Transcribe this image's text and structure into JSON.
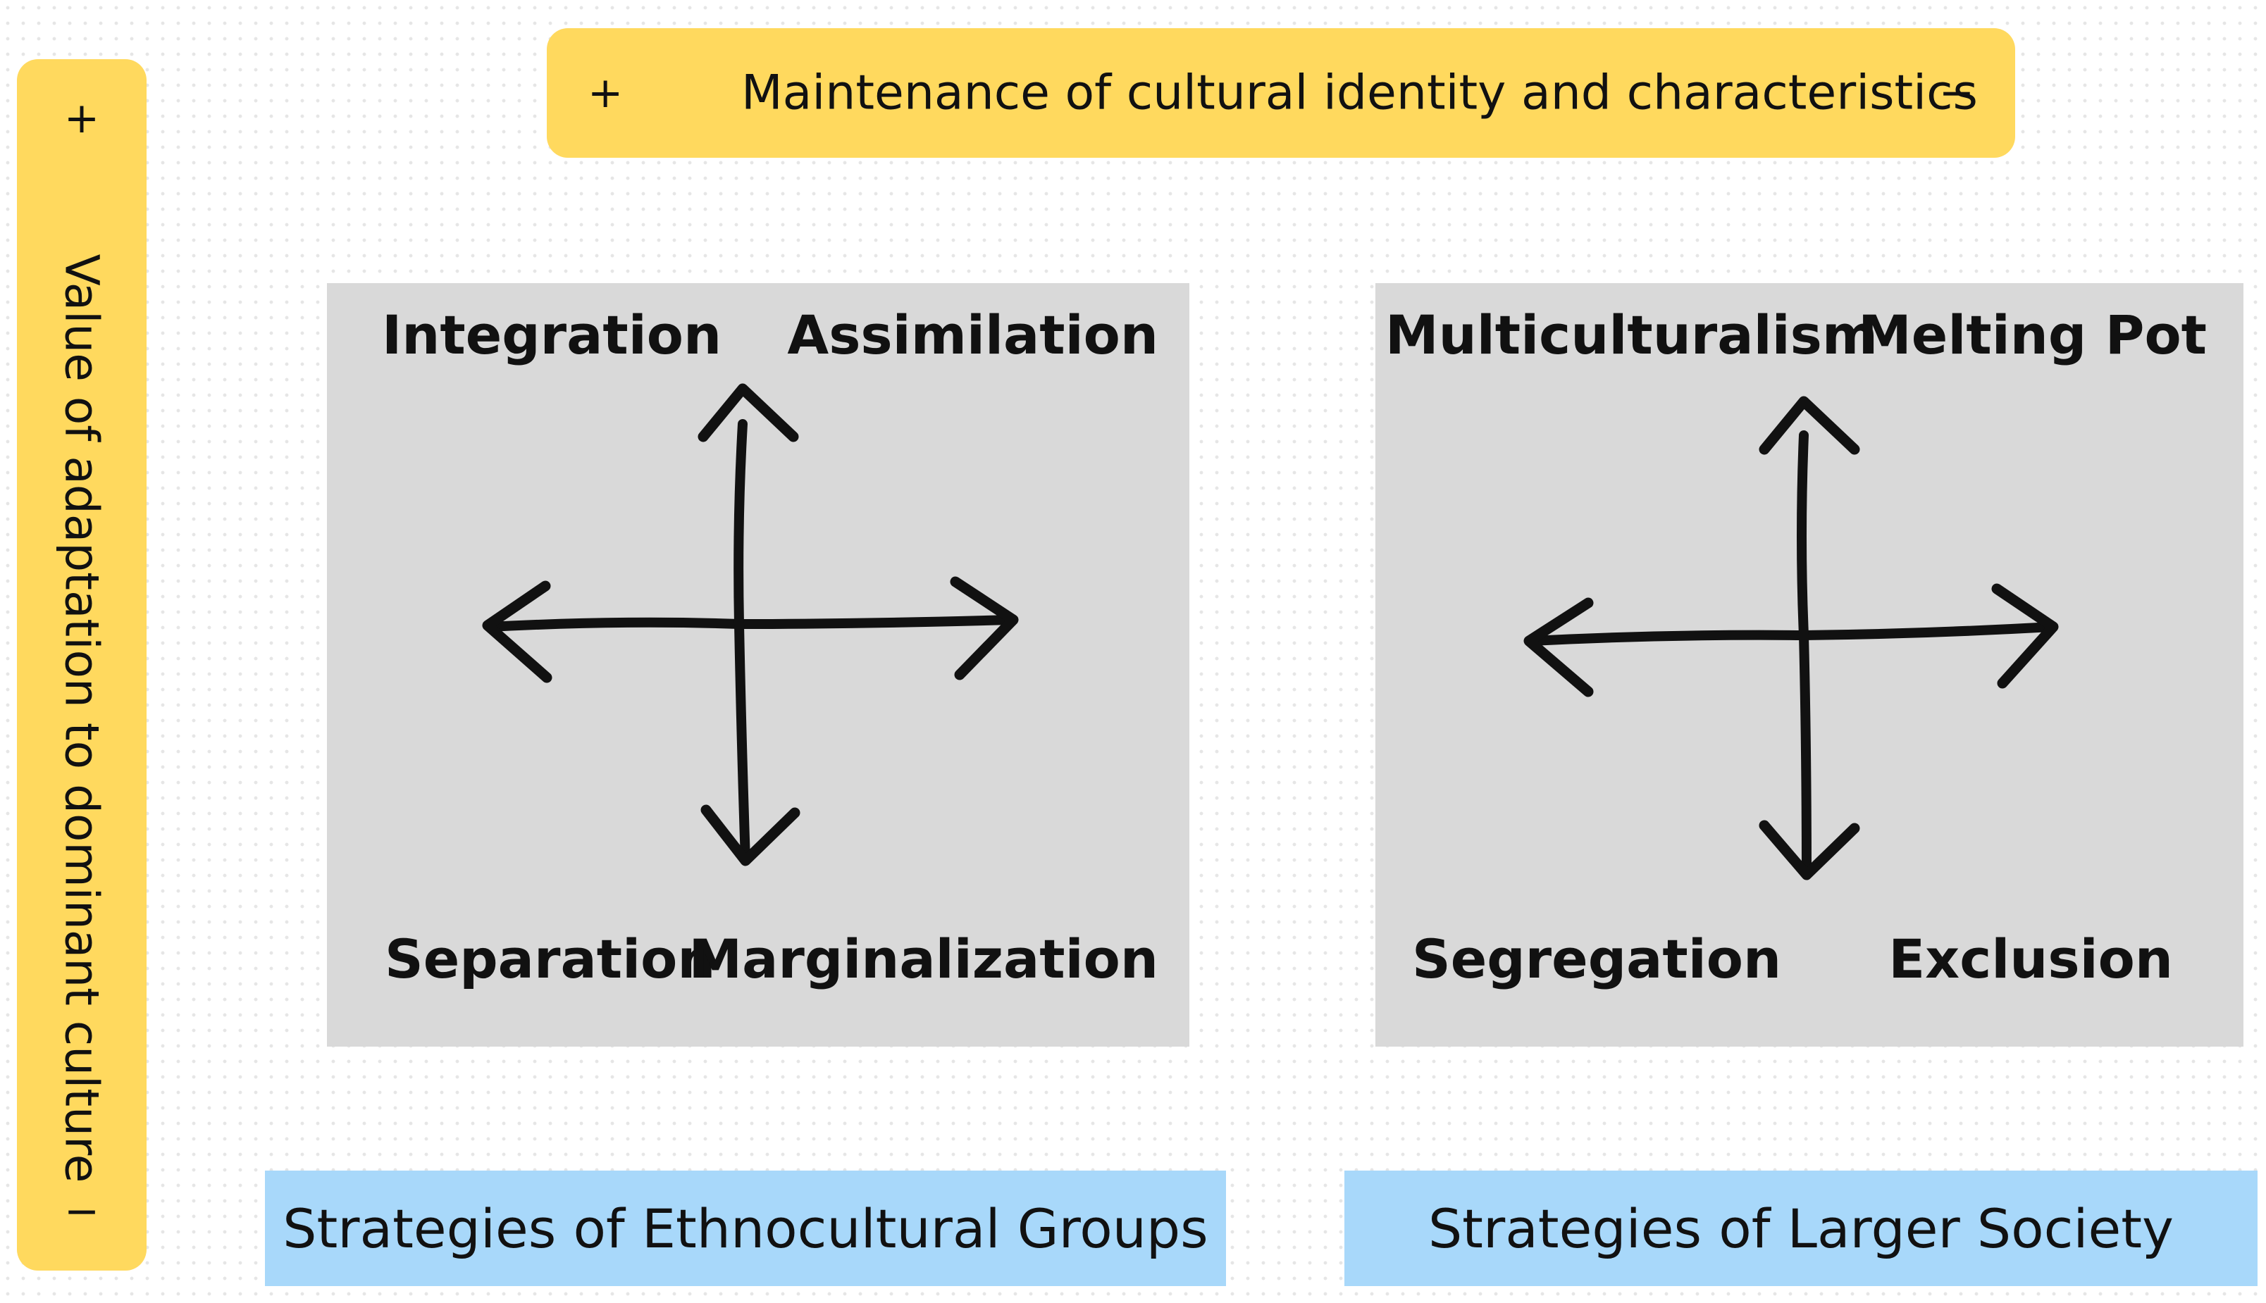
{
  "top_axis": {
    "plus": "+",
    "title": "Maintenance of cultural identity and characteristics",
    "minus": "−"
  },
  "side_axis": {
    "plus": "+",
    "title": "Value of adaptation to dominant culture",
    "minus": "−"
  },
  "left_panel": {
    "top_left": "Integration",
    "top_right": "Assimilation",
    "bottom_left": "Separation",
    "bottom_right": "Marginalization",
    "footer": "Strategies of Ethnocultural Groups"
  },
  "right_panel": {
    "top_left": "Multiculturalism",
    "top_right": "Melting Pot",
    "bottom_left": "Segregation",
    "bottom_right": "Exclusion",
    "footer": "Strategies of Larger Society"
  },
  "colors": {
    "axis_bar": "#ffd95e",
    "panel": "#d9d9d9",
    "footer": "#a8d8fa"
  }
}
